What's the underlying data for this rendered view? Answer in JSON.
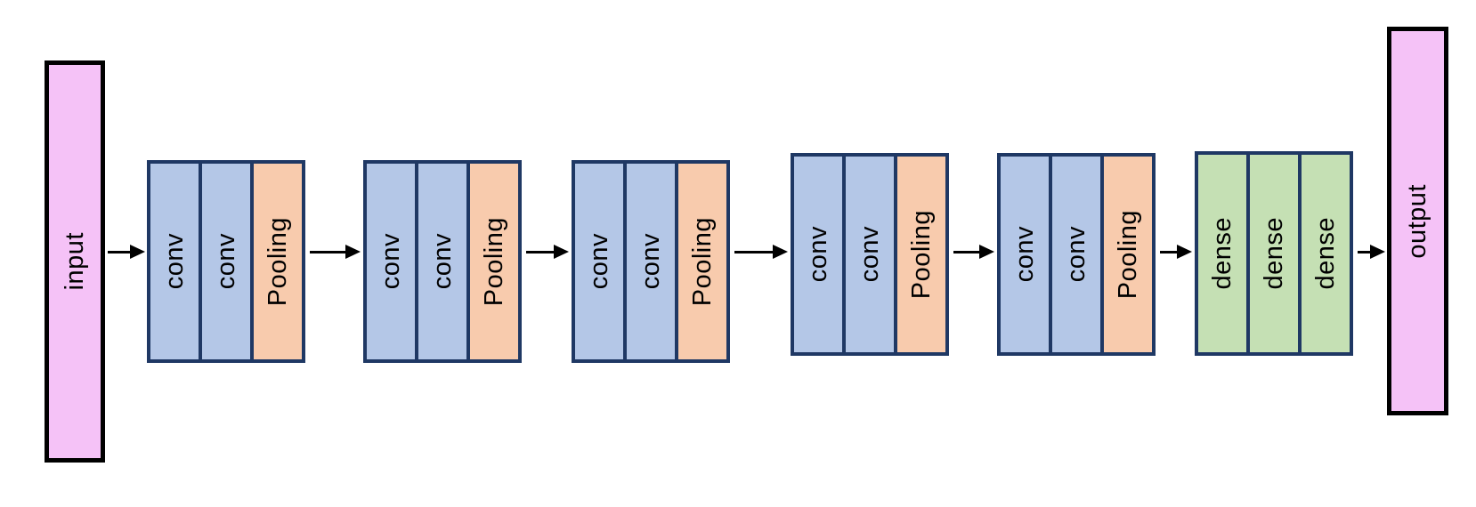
{
  "diagram": {
    "type": "cnn-architecture-flow",
    "input_label": "input",
    "output_label": "output",
    "groups": [
      {
        "type": "conv-block",
        "layers": [
          "conv",
          "conv",
          "Pooling"
        ]
      },
      {
        "type": "conv-block",
        "layers": [
          "conv",
          "conv",
          "Pooling"
        ]
      },
      {
        "type": "conv-block",
        "layers": [
          "conv",
          "conv",
          "Pooling"
        ]
      },
      {
        "type": "conv-block",
        "layers": [
          "conv",
          "conv",
          "Pooling"
        ]
      },
      {
        "type": "conv-block",
        "layers": [
          "conv",
          "conv",
          "Pooling"
        ]
      },
      {
        "type": "dense-block",
        "layers": [
          "dense",
          "dense",
          "dense"
        ]
      }
    ],
    "arrow_count": 7,
    "colors": {
      "background": "#ffffff",
      "io-fill": "#f5c2f7",
      "io-border": "#000000",
      "conv-fill": "#b4c7e7",
      "pooling-fill": "#f8cbad",
      "dense-fill": "#c5e0b4",
      "block-border": "#1f3864",
      "arrow-color": "#000000",
      "text-color": "#000000"
    }
  }
}
